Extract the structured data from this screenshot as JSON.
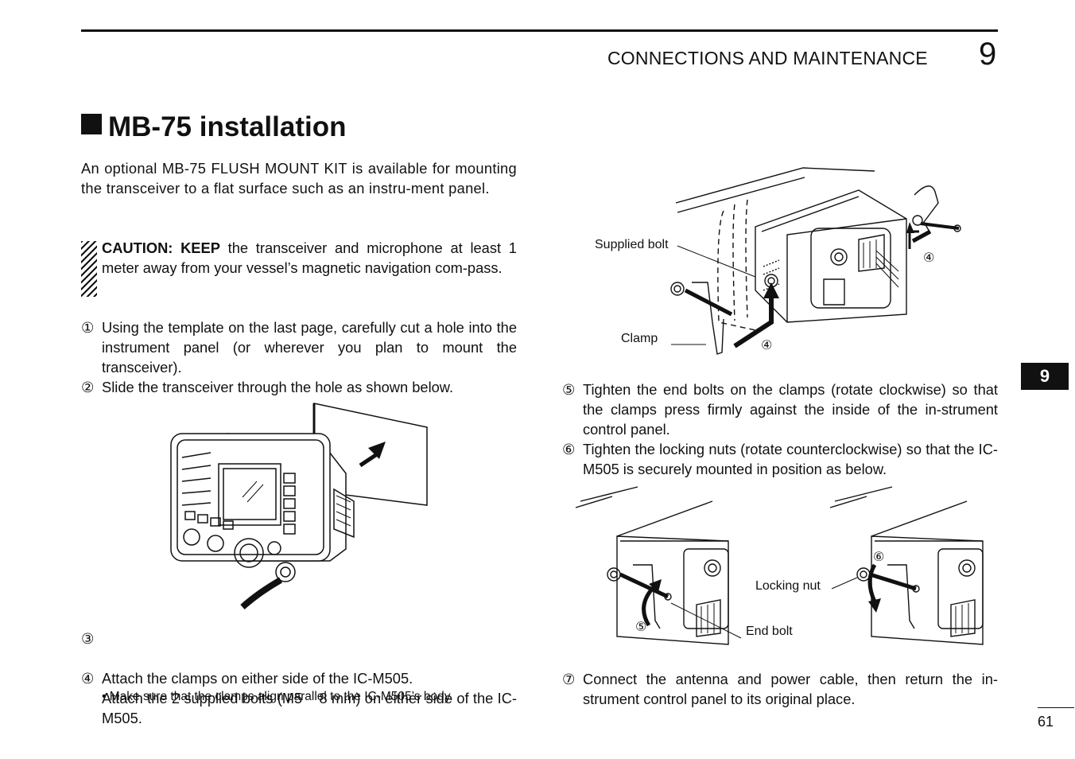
{
  "header": {
    "section_title": "CONNECTIONS AND MAINTENANCE",
    "section_number": "9",
    "side_tab": "9",
    "page_number": "61"
  },
  "heading": "MB-75 installation",
  "intro": "An optional MB-75 FLUSH MOUNT KIT is available for mounting the transceiver to a flat surface such as an instru-ment panel.",
  "caution": {
    "label": "CAUTION: KEEP",
    "text": " the transceiver and microphone at least 1 meter away from your vessel’s magnetic navigation com-pass."
  },
  "steps": [
    {
      "num": "①",
      "text": "Using the template on the last page, carefully cut a hole into the instrument panel (or wherever you plan to mount the transceiver)."
    },
    {
      "num": "②",
      "text": "Slide the transceiver through the hole as shown below."
    },
    {
      "num": "③",
      "text": "Attach the 2 supplied bolts (M5    8 mm) on either side of the IC-M505."
    },
    {
      "num": "④",
      "text": "Attach the clamps on either side of the IC-M505."
    },
    {
      "num": "⑤",
      "text": "Tighten the end bolts on the clamps (rotate clockwise) so that the clamps press firmly against the inside of the in-strument control panel."
    },
    {
      "num": "⑥",
      "text": "Tighten the locking nuts (rotate counterclockwise) so that the IC-M505 is securely mounted in position as below."
    },
    {
      "num": "⑦",
      "text": "Connect the antenna and power cable, then return the in-strument control panel to its original place."
    }
  ],
  "step4_note": "• Make sure that the clamps align parallel to the IC-M505’s body.",
  "figure_labels": {
    "supplied_bolt": "Supplied bolt",
    "clamp": "Clamp",
    "marker_4": "④",
    "marker_5": "⑤",
    "marker_6": "⑥",
    "locking_nut": "Locking nut",
    "end_bolt": "End bolt"
  }
}
